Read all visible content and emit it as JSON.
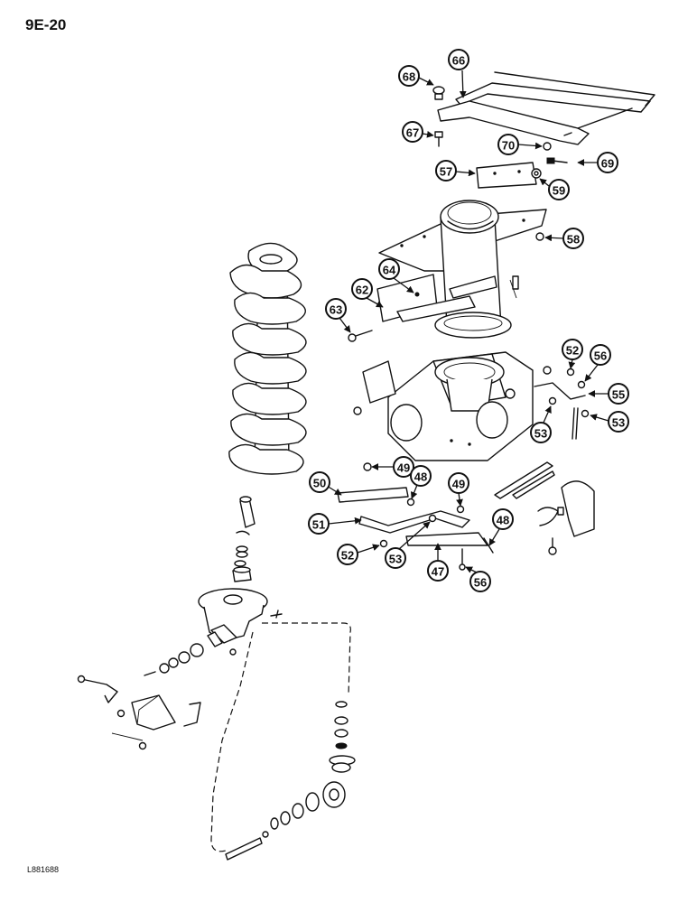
{
  "page_label": "9E-20",
  "drawing_code": "L881688",
  "callouts": [
    "66",
    "68",
    "67",
    "70",
    "69",
    "57",
    "59",
    "58",
    "64",
    "62",
    "63",
    "52",
    "56",
    "55",
    "53",
    "53",
    "49",
    "48",
    "49",
    "50",
    "51",
    "52",
    "53",
    "47",
    "48",
    "56"
  ]
}
